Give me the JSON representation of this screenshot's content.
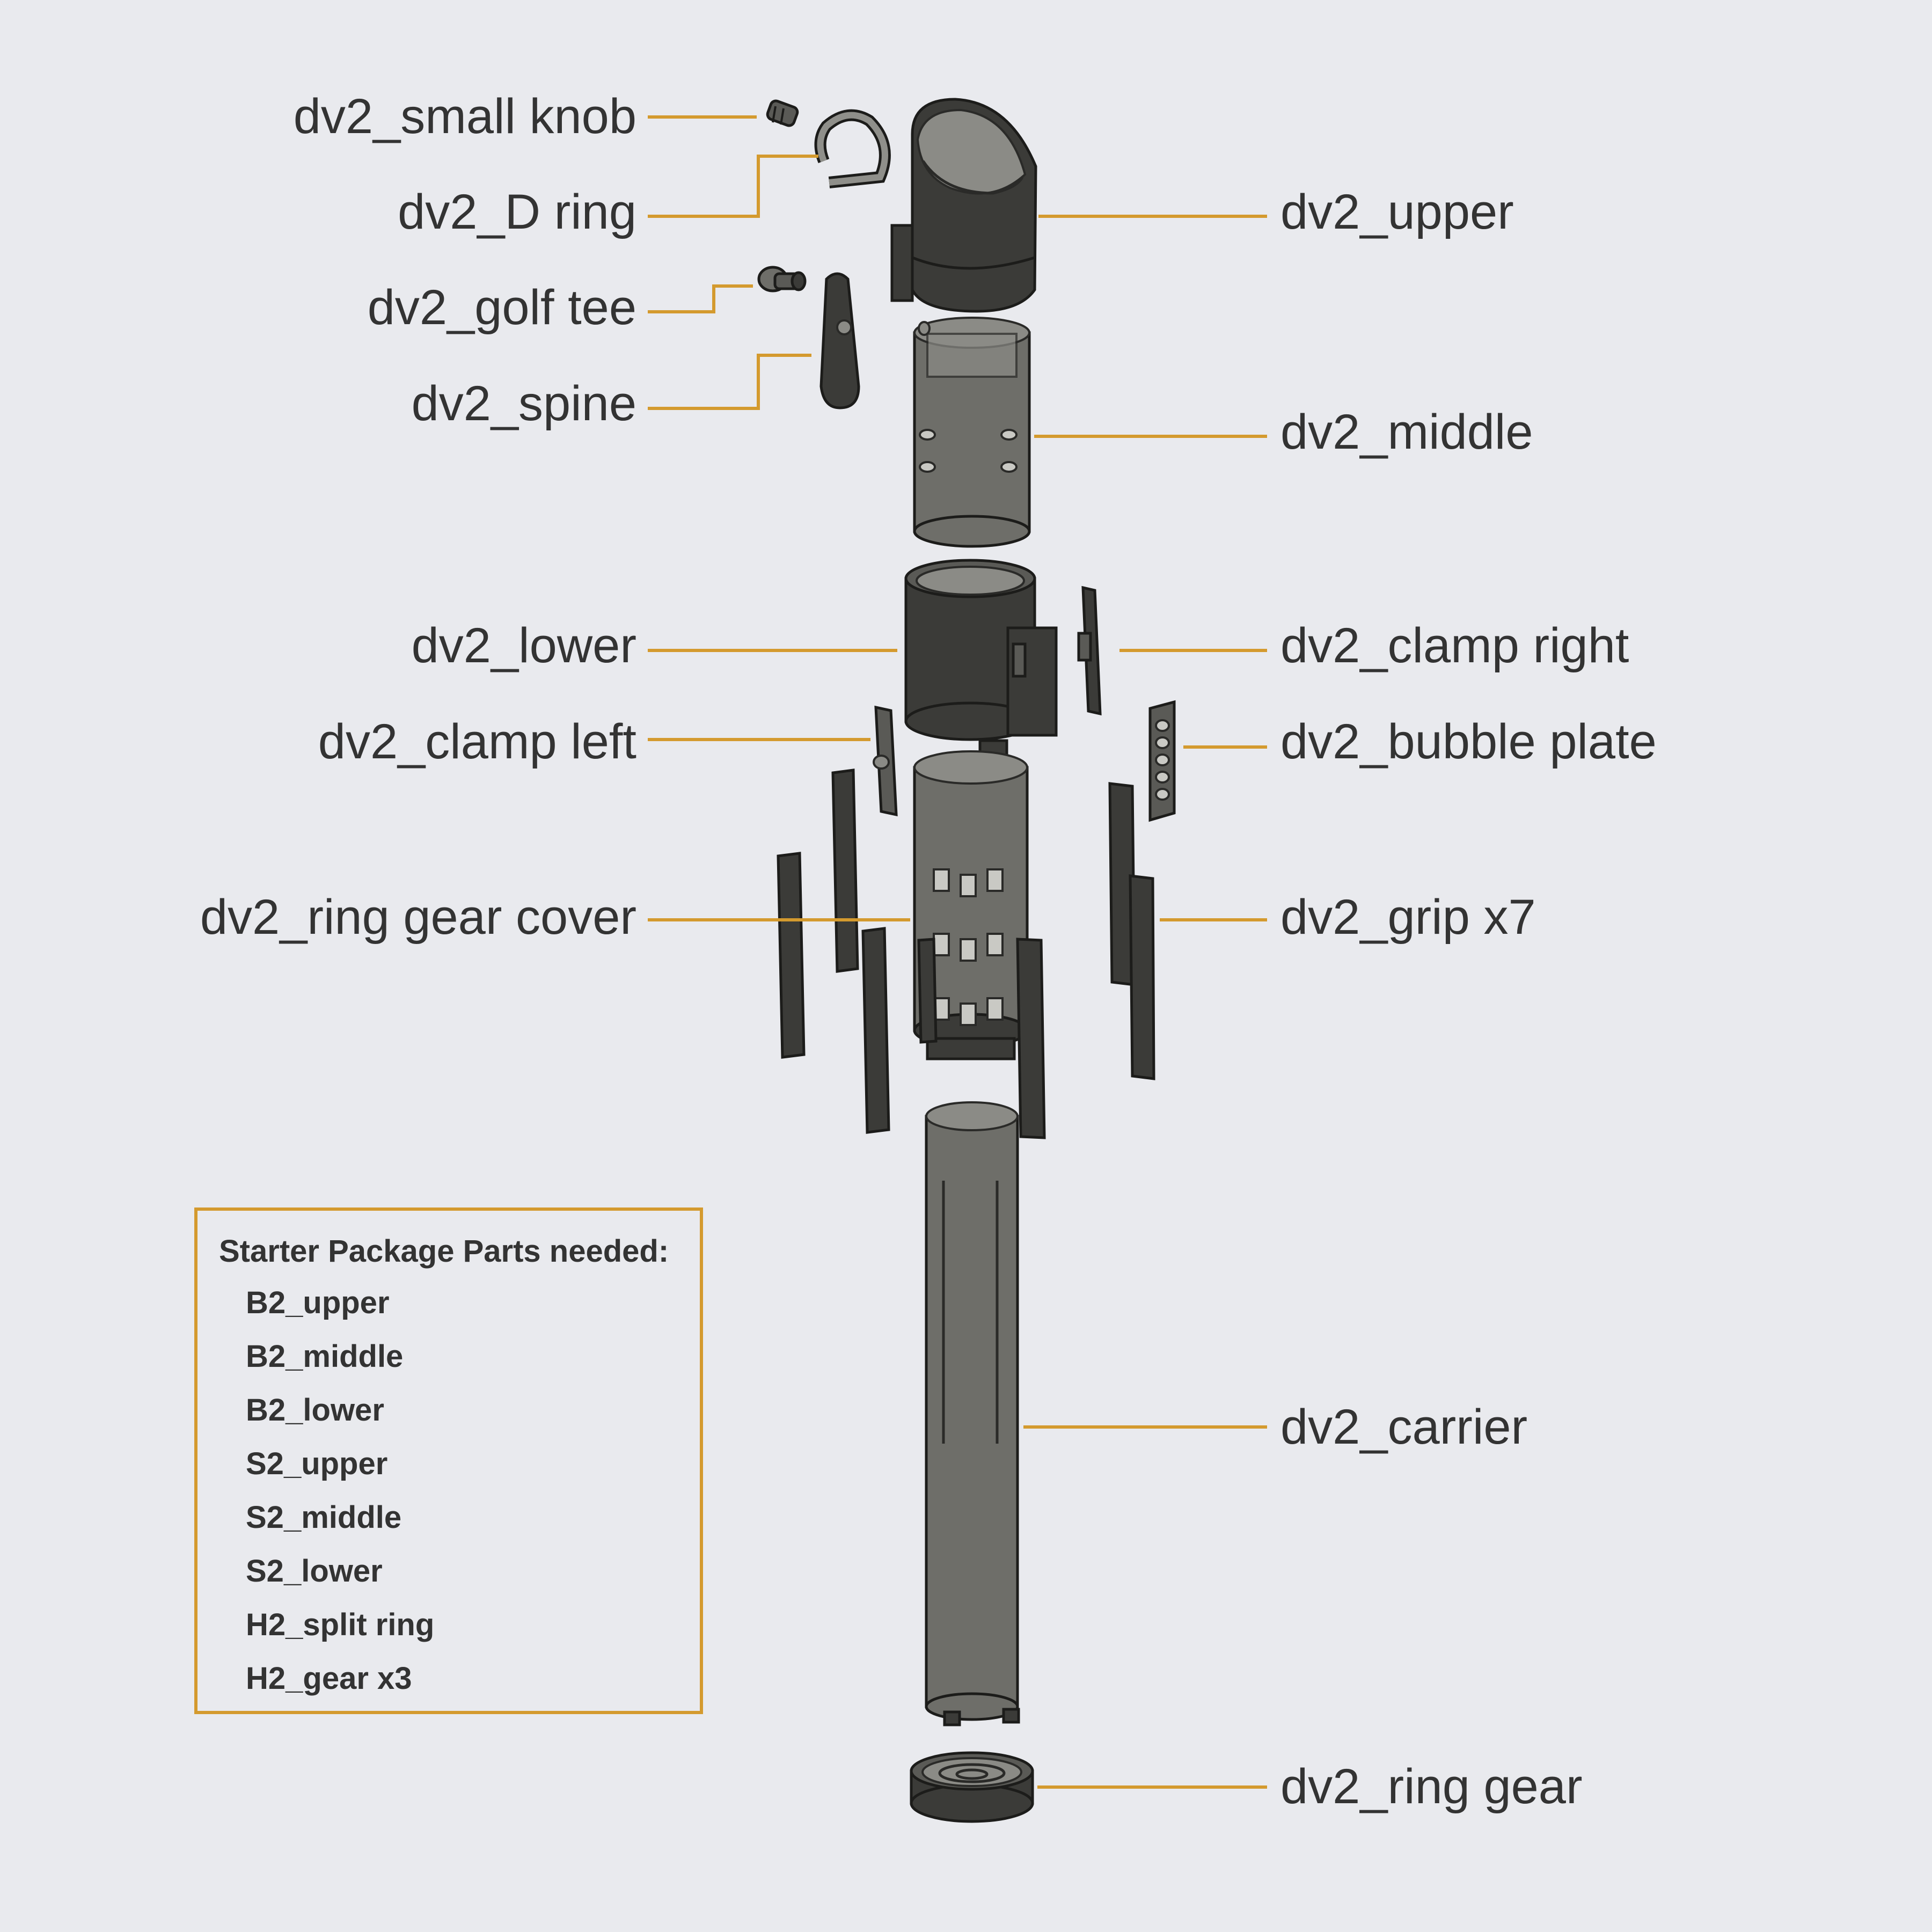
{
  "callouts": {
    "small_knob": "dv2_small knob",
    "d_ring": "dv2_D ring",
    "golf_tee": "dv2_golf tee",
    "spine": "dv2_spine",
    "upper": "dv2_upper",
    "middle": "dv2_middle",
    "lower": "dv2_lower",
    "clamp_right": "dv2_clamp right",
    "clamp_left": "dv2_clamp left",
    "bubble_plate": "dv2_bubble plate",
    "ring_gear_cover": "dv2_ring gear cover",
    "grip": "dv2_grip x7",
    "carrier": "dv2_carrier",
    "ring_gear": "dv2_ring gear"
  },
  "starter_package": {
    "title": "Starter Package Parts needed:",
    "items": [
      "B2_upper",
      "B2_middle",
      "B2_lower",
      "S2_upper",
      "S2_middle",
      "S2_lower",
      "H2_split ring",
      "H2_gear x3"
    ]
  },
  "colors": {
    "background": "#e9eaee",
    "leader_line": "#d49a2e",
    "text": "#333333",
    "part": "#3b3b38"
  }
}
